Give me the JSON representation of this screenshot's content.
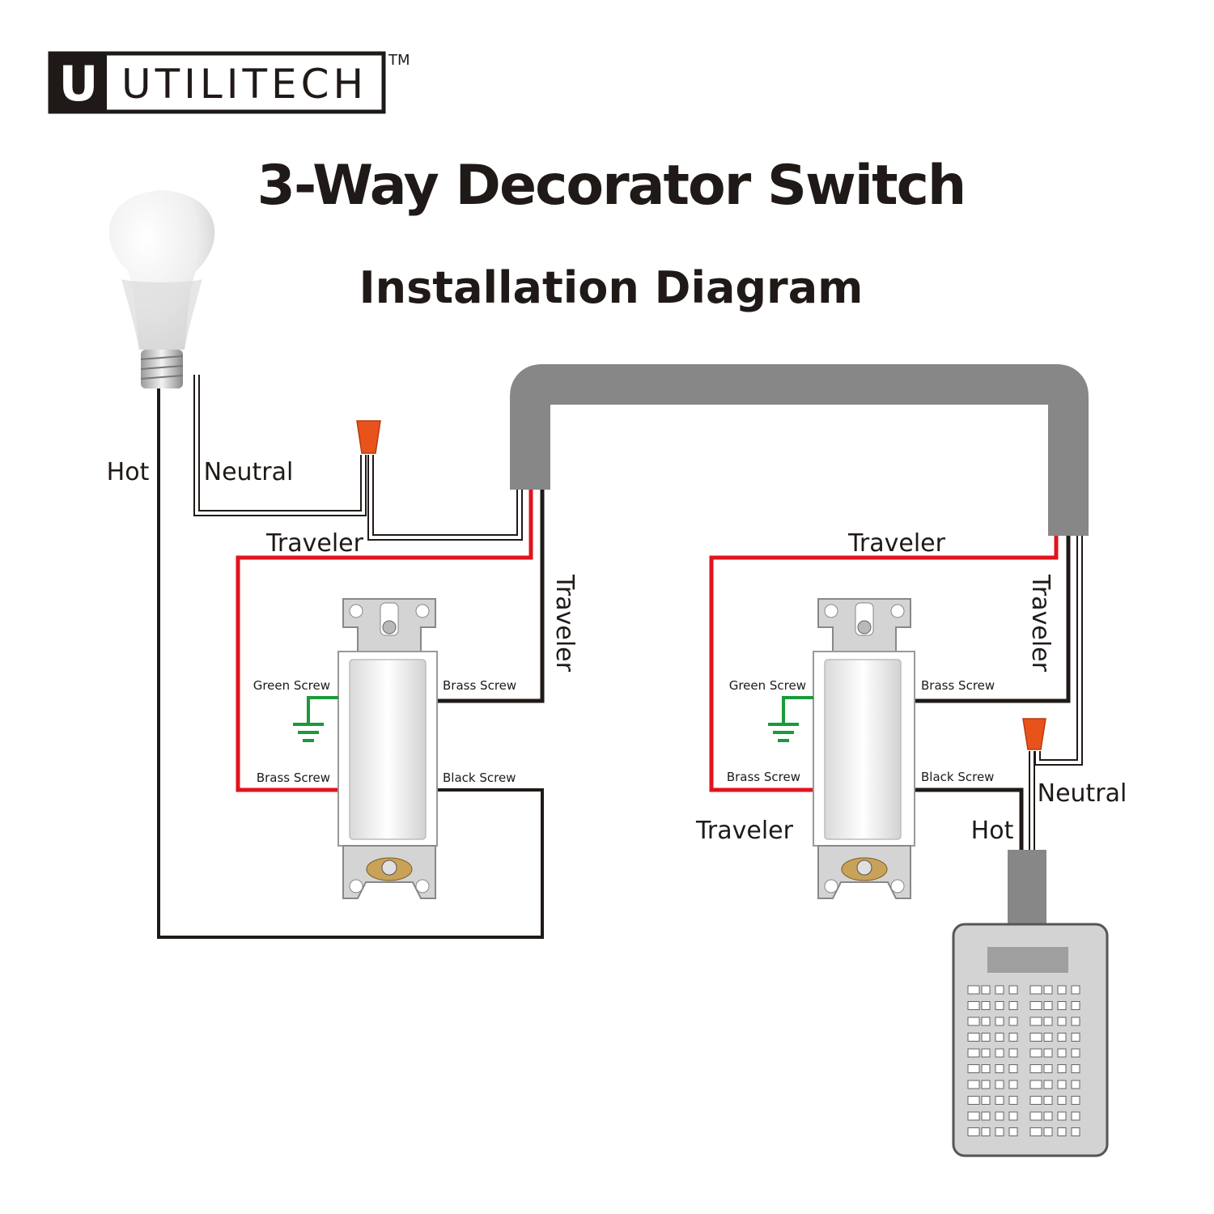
{
  "brand": {
    "logo_mark": "U",
    "name": "UTILITECH",
    "trademark": "TM"
  },
  "header": {
    "title": "3-Way Decorator Switch",
    "subtitle": "Installation Diagram"
  },
  "labels": {
    "hot": "Hot",
    "neutral": "Neutral",
    "traveler": "Traveler",
    "green_screw": "Green Screw",
    "brass_screw": "Brass Screw",
    "black_screw": "Black Screw"
  },
  "colors": {
    "hot_wire": "#1f1a17",
    "traveler_red": "#e0141e",
    "neutral_wire": "#ffffff",
    "cable_gray": "#878787",
    "ground_green": "#1a9a3a",
    "wire_nut": "#e8531c",
    "panel_gray": "#cfcfcf"
  },
  "icons": [
    "light-bulb-icon",
    "wire-nut-icon",
    "ground-icon",
    "breaker-panel-icon",
    "toggle-switch-icon"
  ]
}
